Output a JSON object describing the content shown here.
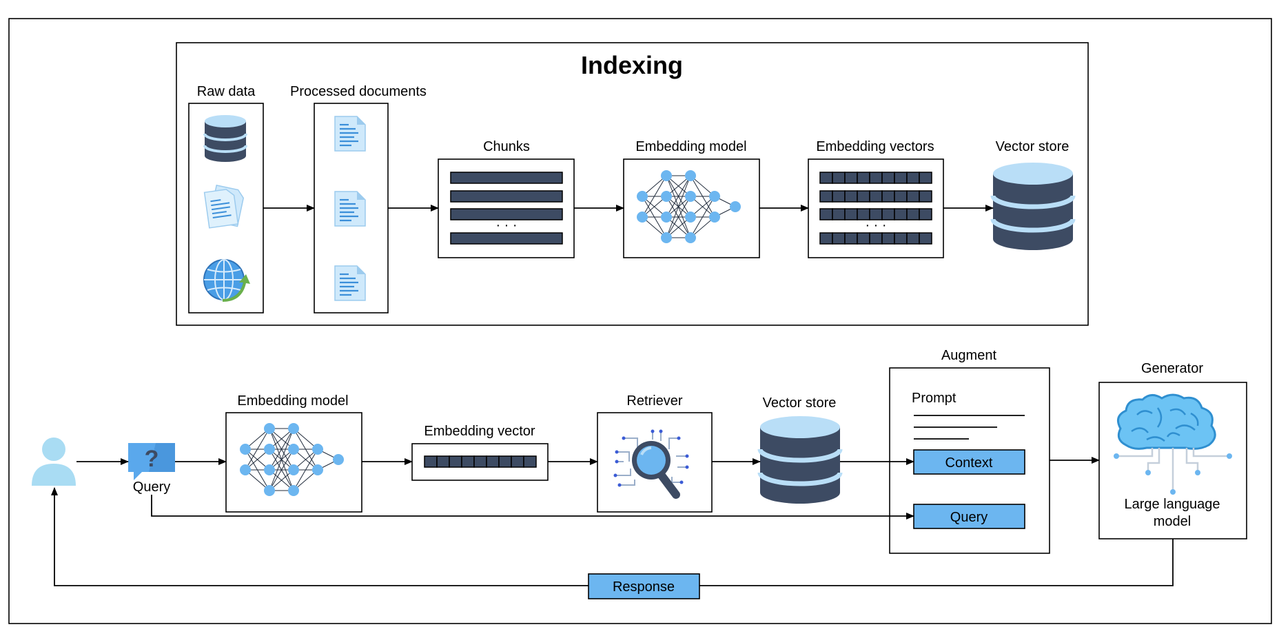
{
  "indexing": {
    "title": "Indexing",
    "raw_data": "Raw data",
    "processed_documents": "Processed documents",
    "chunks": "Chunks",
    "embedding_model": "Embedding model",
    "embedding_vectors": "Embedding vectors",
    "vector_store": "Vector store",
    "ellipsis": "· · ·"
  },
  "retrieval": {
    "query_label": "Query",
    "embedding_model": "Embedding model",
    "embedding_vector": "Embedding vector",
    "retriever": "Retriever",
    "vector_store": "Vector store",
    "augment": "Augment",
    "prompt": "Prompt",
    "context": "Context",
    "query_box": "Query",
    "generator": "Generator",
    "llm_line1": "Large language",
    "llm_line2": "model",
    "response": "Response"
  },
  "colors": {
    "accent_box": "#6cb6f0",
    "dark_bar": "#3d4b63",
    "cylinder_light": "#b9def7"
  }
}
